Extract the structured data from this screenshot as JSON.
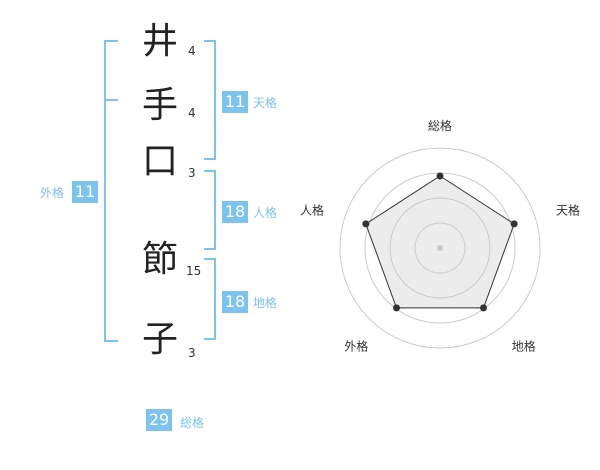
{
  "name_chars": [
    {
      "char": "井",
      "strokes": "4"
    },
    {
      "char": "手",
      "strokes": "4"
    },
    {
      "char": "口",
      "strokes": "3"
    },
    {
      "char": "節",
      "strokes": "15"
    },
    {
      "char": "子",
      "strokes": "3"
    }
  ],
  "fortunes": {
    "tenkaku": {
      "value": "11",
      "label": "天格"
    },
    "jinkaku": {
      "value": "18",
      "label": "人格"
    },
    "chikaku": {
      "value": "18",
      "label": "地格"
    },
    "gaikaku": {
      "value": "11",
      "label": "外格"
    },
    "soukaku": {
      "value": "29",
      "label": "総格"
    }
  },
  "colors": {
    "accent": "#7cc3ee"
  },
  "chart_data": {
    "type": "radar",
    "axes": [
      "総格",
      "天格",
      "地格",
      "外格",
      "人格"
    ],
    "values": [
      0.72,
      0.78,
      0.74,
      0.74,
      0.78
    ],
    "range": [
      0,
      1
    ],
    "rings": 4,
    "grid": true
  }
}
